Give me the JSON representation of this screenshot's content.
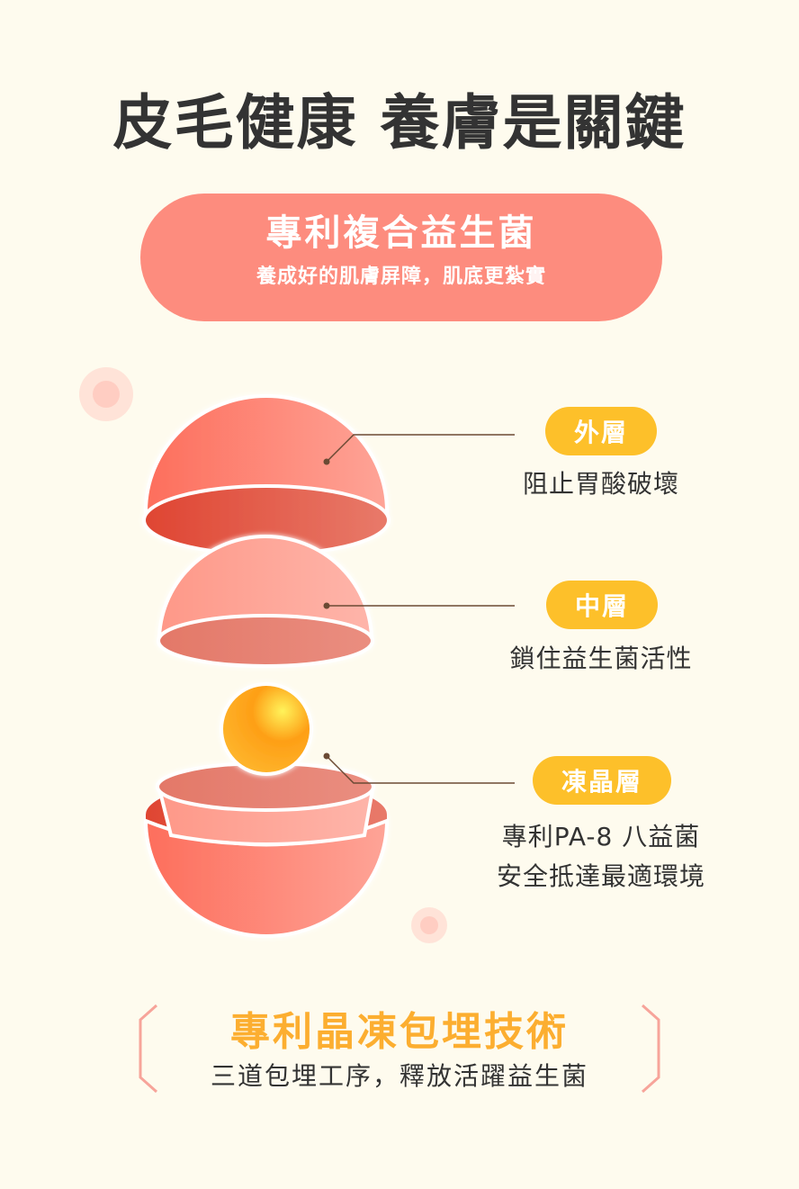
{
  "header": {
    "title": "皮毛健康 養膚是關鍵"
  },
  "banner": {
    "headline": "專利複合益生菌",
    "subtitle": "養成好的肌膚屏障，肌底更紮實"
  },
  "layers": [
    {
      "tag": "外層",
      "description": [
        "阻止胃酸破壞"
      ]
    },
    {
      "tag": "中層",
      "description": [
        "鎖住益生菌活性"
      ]
    },
    {
      "tag": "凍晶層",
      "description": [
        "專利PA-8 八益菌",
        "安全抵達最適環境"
      ]
    }
  ],
  "footer": {
    "title": "專利晶凍包埋技術",
    "subtitle": "三道包埋工序，釋放活躍益生菌"
  },
  "colors": {
    "background": "#fefbee",
    "banner": "#fd8c7e",
    "tag": "#fdc02a",
    "footer_title": "#fcae30",
    "title_text": "#333333",
    "leader_line": "#6b4a34",
    "bracket": "#f7a49a"
  }
}
